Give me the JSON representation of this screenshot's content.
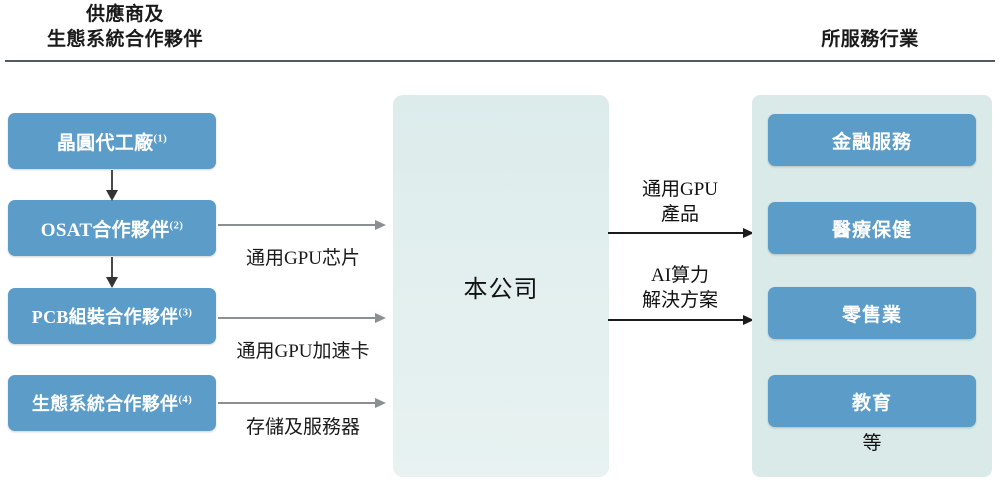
{
  "headers": {
    "left_line1": "供應商及",
    "left_line2": "生態系統合作夥伴",
    "right": "所服務行業"
  },
  "suppliers": [
    {
      "label": "晶圓代工廠",
      "note": "(1)"
    },
    {
      "label": "OSAT合作夥伴",
      "note": "(2)"
    },
    {
      "label": "PCB組裝合作夥伴",
      "note": "(3)"
    },
    {
      "label": "生態系統合作夥伴",
      "note": "(4)"
    }
  ],
  "inbound_flows": [
    {
      "label": "通用GPU芯片"
    },
    {
      "label": "通用GPU加速卡"
    },
    {
      "label": "存儲及服務器"
    }
  ],
  "company": {
    "label": "本公司"
  },
  "outbound_flows": [
    {
      "line1": "通用GPU",
      "line2": "產品"
    },
    {
      "line1": "AI算力",
      "line2": "解決方案"
    }
  ],
  "industries": [
    {
      "label": "金融服務"
    },
    {
      "label": "醫療保健"
    },
    {
      "label": "零售業"
    },
    {
      "label": "教育"
    }
  ],
  "etc": "等",
  "colors": {
    "box_blue": "#5b9cc9",
    "panel_mint": "#d9eae9",
    "center_mint": "#dceceb",
    "divider": "#555a5c",
    "arrow_gray": "#8b8f92",
    "arrow_dark": "#1b1b1b",
    "text_dark": "#1a1a1a",
    "text_white": "#ffffff"
  }
}
